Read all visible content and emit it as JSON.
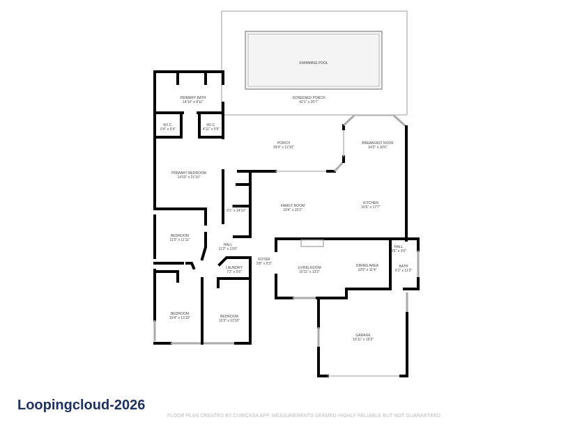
{
  "brand": {
    "title": "Loopingcloud-2026",
    "color": "#1d3260"
  },
  "footer": {
    "note": "FLOOR PLAN CREATED BY CUBICASA APP. MEASUREMENTS DEEMED HIGHLY RELIABLE BUT NOT GUARANTEED."
  },
  "rooms": [
    {
      "name": "SWIMMING POOL",
      "dims": ""
    },
    {
      "name": "SCREENED PORCH",
      "dims": "42'1\" x 25'7\""
    },
    {
      "name": "PRIMARY BATH",
      "dims": "14'10\" x 8'11\""
    },
    {
      "name": "W.I.C.",
      "dims": "5'4\" x 5'4\""
    },
    {
      "name": "W.I.C.",
      "dims": "4'11\" x 5'5\""
    },
    {
      "name": "PORCH",
      "dims": "29'4\" x 12'10\""
    },
    {
      "name": "BREAKFAST NOOK",
      "dims": "14'2\" x 10'6\""
    },
    {
      "name": "PRIMARY BEDROOM",
      "dims": "14'10\" x 21'10\""
    },
    {
      "name": "BATH",
      "dims": "6'1\" x 14'10\""
    },
    {
      "name": "FAMILY ROOM",
      "dims": "19'4\" x 15'2\""
    },
    {
      "name": "KITCHEN",
      "dims": "16'6\" x 17'7\""
    },
    {
      "name": "BEDROOM",
      "dims": "11'0\" x 11'11\""
    },
    {
      "name": "HALL",
      "dims": "11'2\" x 13'6\""
    },
    {
      "name": "FOYER",
      "dims": "5'8\" x 9'3\""
    },
    {
      "name": "HALL",
      "dims": "3'5\" x 3'6\""
    },
    {
      "name": "LAUNDRY",
      "dims": "7'2\" x 5'6\""
    },
    {
      "name": "LIVING ROOM",
      "dims": "15'11\" x 13'2\""
    },
    {
      "name": "DINING AREA",
      "dims": "10'6\" x 11'4\""
    },
    {
      "name": "BATH",
      "dims": "6'1\" x 11'2\""
    },
    {
      "name": "BEDROOM",
      "dims": "10'4\" x 13'10\""
    },
    {
      "name": "BEDROOM",
      "dims": "10'3\" x 13'10\""
    },
    {
      "name": "GARAGE",
      "dims": "19'11\" x 19'2\""
    }
  ]
}
